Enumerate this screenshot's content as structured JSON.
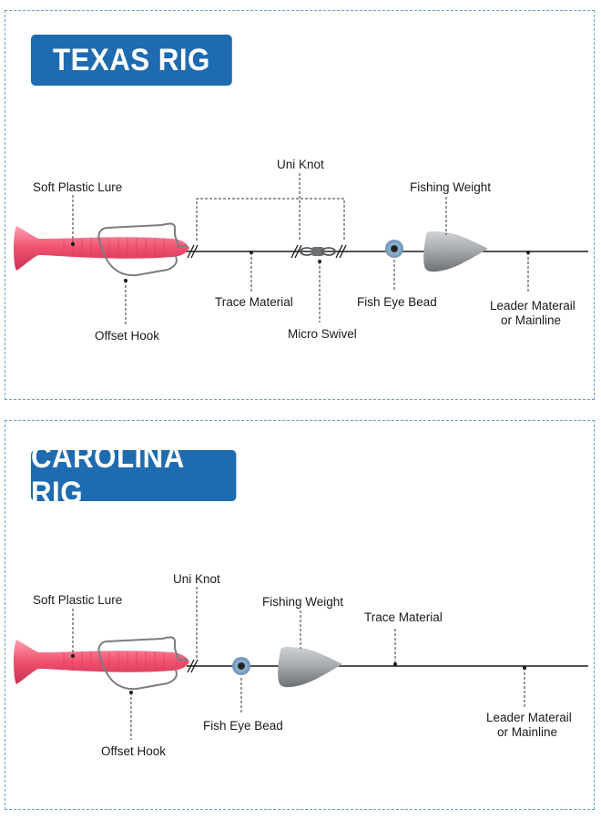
{
  "texas": {
    "title": "TEXAS RIG",
    "labels": {
      "soft_plastic_lure": "Soft Plastic Lure",
      "uni_knot": "Uni Knot",
      "fishing_weight": "Fishing Weight",
      "trace_material": "Trace Material",
      "fish_eye_bead": "Fish Eye Bead",
      "leader_line1": "Leader Materail",
      "leader_line2": "or Mainline",
      "offset_hook": "Offset Hook",
      "micro_swivel": "Micro Swivel"
    }
  },
  "carolina": {
    "title": "CAROLINA RIG",
    "labels": {
      "uni_knot": "Uni Knot",
      "soft_plastic_lure": "Soft Plastic Lure",
      "fishing_weight": "Fishing Weight",
      "trace_material": "Trace Material",
      "fish_eye_bead": "Fish Eye Bead",
      "leader_line1": "Leader Materail",
      "leader_line2": "or Mainline",
      "offset_hook": "Offset Hook"
    }
  },
  "colors": {
    "title_bg": "#1f6bb0",
    "lure": "#f0506e",
    "line": "#1a1a1a",
    "panel_border": "#6f9fc9"
  }
}
